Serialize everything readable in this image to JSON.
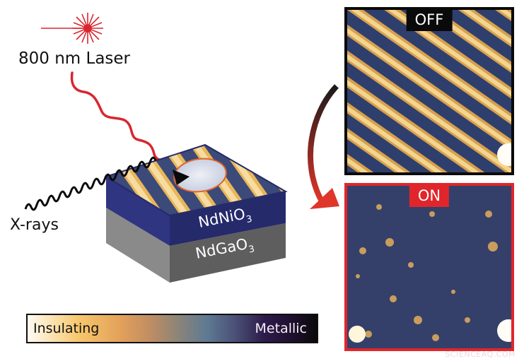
{
  "labels": {
    "laser": "800 nm Laser",
    "xrays": "X-rays",
    "film_layer": "NdNiO",
    "film_sub": "3",
    "substrate_layer": "NdGaO",
    "substrate_sub": "3"
  },
  "panels": {
    "off": {
      "tag": "OFF",
      "border_color": "#0a0a0a"
    },
    "on": {
      "tag": "ON",
      "border_color": "#e0262b"
    }
  },
  "colorbar": {
    "left_label": "Insulating",
    "right_label": "Metallic",
    "stops": [
      "#fffbf2",
      "#f7c66b",
      "#e3a15a",
      "#8c8478",
      "#5e7a93",
      "#2c1a4a",
      "#0a0a0a"
    ]
  },
  "colors": {
    "laser_red": "#d9262e",
    "film_blue": "#252a6b",
    "substrate_gray": "#5e5e5e",
    "arrow_gradient": [
      "#1a1a1a",
      "#e0362a"
    ]
  },
  "watermark": "SCIENCEAQ.COM"
}
